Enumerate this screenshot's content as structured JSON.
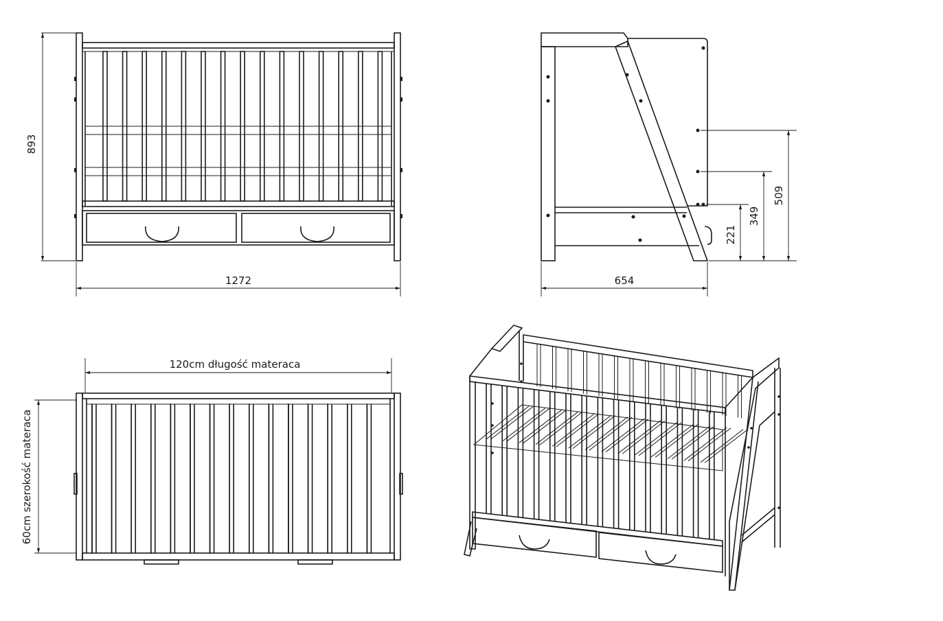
{
  "dimensions": {
    "front_height": "893",
    "front_width": "1272",
    "side_width": "654",
    "side_h1": "509",
    "side_h2": "349",
    "side_h3": "221",
    "mattress_length": "120cm długość materaca",
    "mattress_width": "60cm szerokość materaca"
  }
}
